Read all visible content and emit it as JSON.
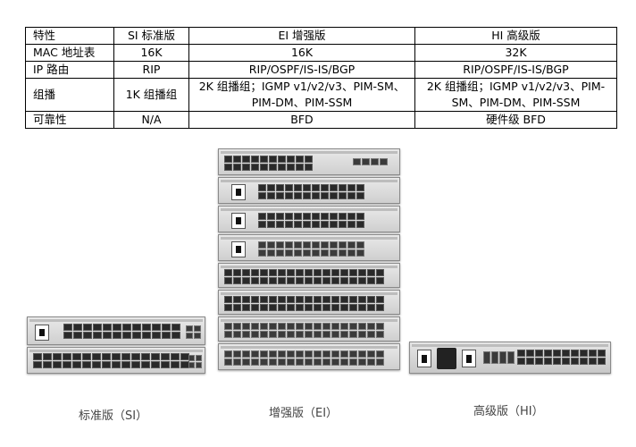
{
  "table": {
    "header": [
      "特性",
      "SI 标准版",
      "EI 增强版",
      "HI 高级版"
    ],
    "rows": [
      [
        "MAC 地址表",
        "16K",
        "16K",
        "32K"
      ],
      [
        "IP 路由",
        "RIP",
        "RIP/OSPF/IS-IS/BGP",
        "RIP/OSPF/IS-IS/BGP"
      ],
      [
        "组播",
        "1K 组播组",
        "2K 组播组；IGMP v1/v2/v3、PIM-SM、PIM-DM、PIM-SSM",
        "2K 组播组；IGMP v1/v2/v3、PIM-SM、PIM-DM、PIM-SSM"
      ],
      [
        "可靠性",
        "N/A",
        "BFD",
        "硬件级 BFD"
      ]
    ]
  },
  "captions": {
    "si": "标准版（SI）",
    "ei": "增强版（EI）",
    "hi": "高级版（HI）"
  }
}
